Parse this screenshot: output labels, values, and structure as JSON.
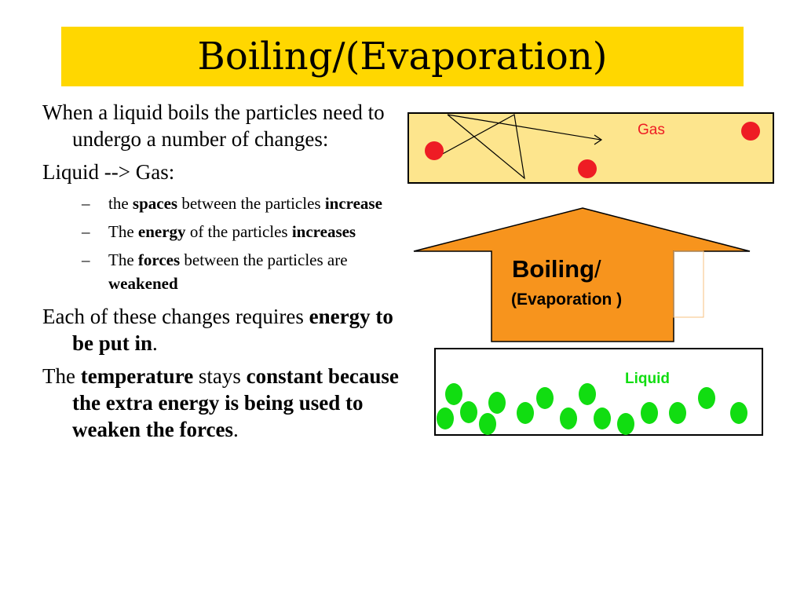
{
  "title": "Boiling/(Evaporation)",
  "body": {
    "intro": "When a liquid boils the particles need to undergo a number of changes:",
    "transition": "Liquid --> Gas:",
    "bullets": [
      {
        "dash": "–",
        "pre": "the ",
        "bold": "spaces",
        "mid": " between the particles ",
        "bold2": "increase"
      },
      {
        "dash": "–",
        "pre": "The ",
        "bold": "energy",
        "mid": " of the particles ",
        "bold2": "increases"
      },
      {
        "dash": "–",
        "pre": "The ",
        "bold": "forces",
        "mid": " between the particles are ",
        "bold2": "weakened"
      }
    ],
    "requires_pre": "Each of these changes requires ",
    "requires_bold": "energy to be put in",
    "requires_post": ".",
    "temp_pre": "The ",
    "temp_b1": "temperature",
    "temp_mid": " stays ",
    "temp_b2": "constant because the extra energy is being used to weaken the forces",
    "temp_post": "."
  },
  "diagram": {
    "gas_label": "Gas",
    "liquid_label": "Liquid",
    "arrow_label_1": "Boiling",
    "arrow_label_slash": "/",
    "arrow_label_2": "(Evaporation )",
    "colors": {
      "gas_box": "#fde58d",
      "arrow": "#f7941d",
      "gas_particle": "#ee1c24",
      "liquid_particle": "#11dd11",
      "gas_label": "#ee1c24",
      "liquid_label": "#11dd11"
    }
  }
}
